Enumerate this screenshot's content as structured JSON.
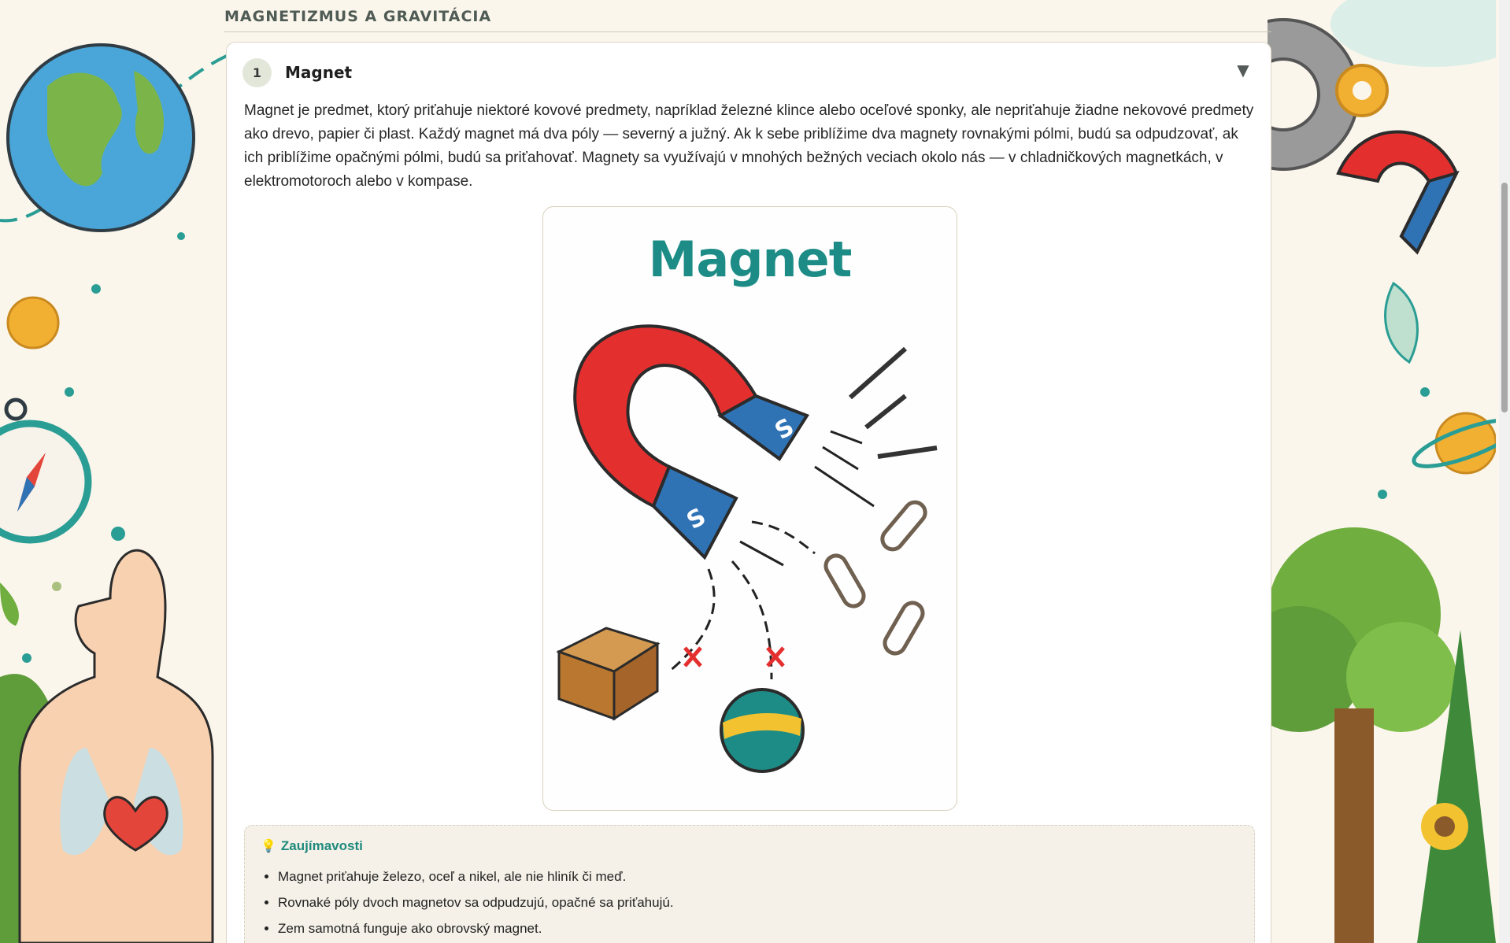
{
  "section": {
    "title": "MAGNETIZMUS A GRAVITÁCIA"
  },
  "card": {
    "number": "1",
    "title": "Magnet",
    "toggle_glyph": "▼",
    "body": "Magnet je predmet, ktorý priťahuje niektoré kovové predmety, napríklad železné klince alebo oceľové sponky, ale nepriťahuje žiadne nekovové predmety ako drevo, papier či plast. Každý magnet má dva póly — severný a južný. Ak k sebe priblížime dva magnety rovnakými pólmi, budú sa odpudzovať, ak ich priblížime opačnými pólmi, budú sa priťahovať. Magnety sa využívajú v mnohých bežných veciach okolo nás — v chladničkových magnetkách, v elektromotoroch alebo v kompase.",
    "figure": {
      "title": "Magnet",
      "pole_label_1": "S",
      "pole_label_2": "S",
      "colors": {
        "magnet_red": "#e3302f",
        "pole_blue": "#2f73b5",
        "title_teal": "#1d8c86"
      }
    }
  },
  "facts": {
    "icon": "lightbulb-icon",
    "title": "Zaujímavosti",
    "items": [
      "Magnet priťahuje železo, oceľ a nikel, ale nie hliník či meď.",
      "Rovnaké póly dvoch magnetov sa odpudzujú, opačné sa priťahujú.",
      "Zem samotná funguje ako obrovský magnet."
    ]
  }
}
